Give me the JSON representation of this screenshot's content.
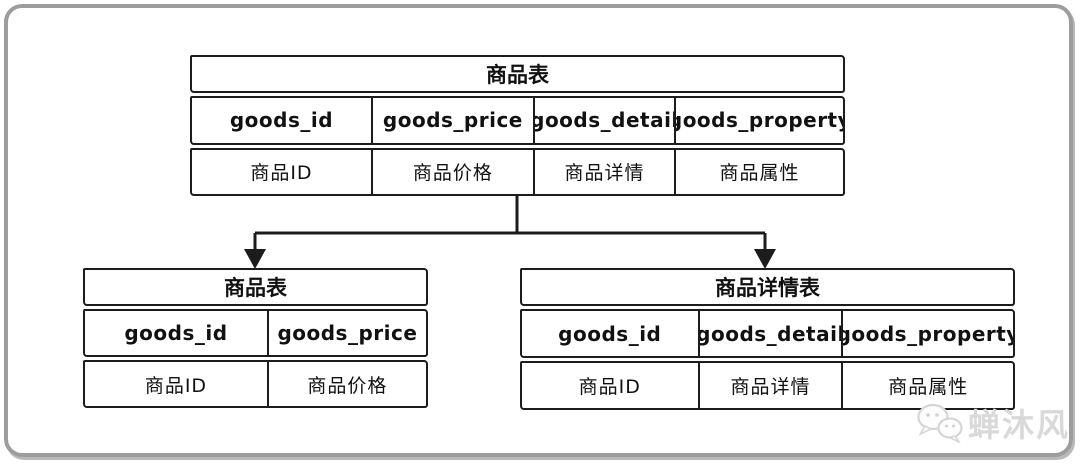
{
  "diagram": {
    "top_table": {
      "title": "商品表",
      "columns": [
        "goods_id",
        "goods_price",
        "goods_detail",
        "goods_property"
      ],
      "labels": [
        "商品ID",
        "商品价格",
        "商品详情",
        "商品属性"
      ]
    },
    "left_table": {
      "title": "商品表",
      "columns": [
        "goods_id",
        "goods_price"
      ],
      "labels": [
        "商品ID",
        "商品价格"
      ]
    },
    "right_table": {
      "title": "商品详情表",
      "columns": [
        "goods_id",
        "goods_detail",
        "goods_property"
      ],
      "labels": [
        "商品ID",
        "商品详情",
        "商品属性"
      ]
    },
    "watermark": {
      "text": "蝉沐风",
      "icon": "wechat-icon"
    },
    "colors": {
      "line": "#1c1c1c",
      "frame": "#9d9d9d",
      "watermark_text": "#d9d9d9",
      "background": "#ffffff"
    }
  }
}
